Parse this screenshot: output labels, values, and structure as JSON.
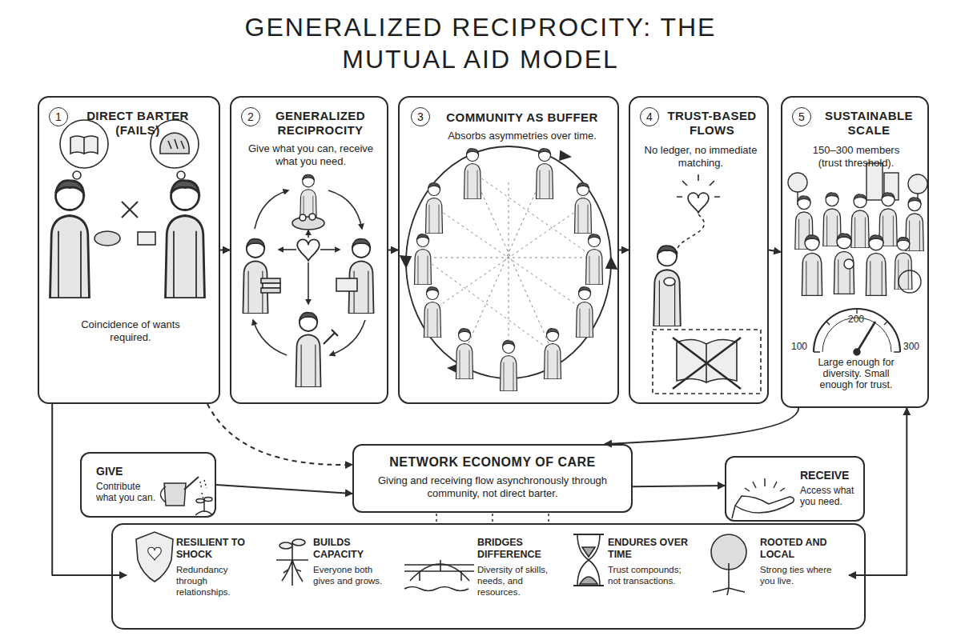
{
  "diagram": {
    "title": "GENERALIZED RECIPROCITY: THE MUTUAL AID MODEL",
    "nodes": [
      {
        "text": [
          "1",
          "DIRECT BARTER (FAILS)",
          "Coincidence of wants required."
        ]
      },
      {
        "text": [
          "2",
          "GENERALIZED RECIPROCITY",
          "Give what you can, receive what you need."
        ]
      },
      {
        "text": [
          "3",
          "COMMUNITY AS BUFFER",
          "Absorbs asymmetries over time."
        ]
      },
      {
        "text": [
          "4",
          "TRUST-BASED FLOWS",
          "No ledger, no immediate matching."
        ]
      },
      {
        "text": [
          "5",
          "SUSTAINABLE SCALE",
          "150–300 members (trust threshold).",
          "Large enough for diversity. Small enough for trust."
        ]
      },
      {
        "text": [
          "GIVE",
          "Contribute what you can."
        ]
      },
      {
        "text": [
          "NETWORK ECONOMY OF CARE",
          "Giving and receiving flow asynchronously through community, not direct barter."
        ]
      },
      {
        "text": [
          "RECEIVE",
          "Access what you need."
        ]
      },
      {
        "text": [
          "RESILIENT TO SHOCK",
          "Redundancy through relationships."
        ]
      },
      {
        "text": [
          "BUILDS CAPACITY",
          "Everyone both gives and grows."
        ]
      },
      {
        "text": [
          "BRIDGES DIFFERENCE",
          "Diversity of skills, needs, and resources."
        ]
      },
      {
        "text": [
          "ENDURES OVER TIME",
          "Trust compounds; not transactions."
        ]
      },
      {
        "text": [
          "ROOTED AND LOCAL",
          "Strong ties where you live."
        ]
      }
    ],
    "edges": [
      {
        "from": 0,
        "to": 1,
        "arrow": "to"
      },
      {
        "from": 1,
        "to": 2,
        "arrow": "to"
      },
      {
        "from": 2,
        "to": 3,
        "arrow": "to"
      },
      {
        "from": 3,
        "to": 4,
        "arrow": "to"
      },
      {
        "from": 0,
        "to": 6,
        "arrow": "to"
      },
      {
        "from": 5,
        "to": 6,
        "arrow": "to"
      },
      {
        "from": 6,
        "to": 7,
        "arrow": "to"
      },
      {
        "from": 4,
        "to": 6,
        "arrow": "to"
      },
      {
        "from": 0,
        "to": 8,
        "arrow": "to"
      },
      {
        "from": 4,
        "to": 12,
        "arrow": "both"
      }
    ],
    "labels": [
      "100",
      "200",
      "300"
    ]
  }
}
